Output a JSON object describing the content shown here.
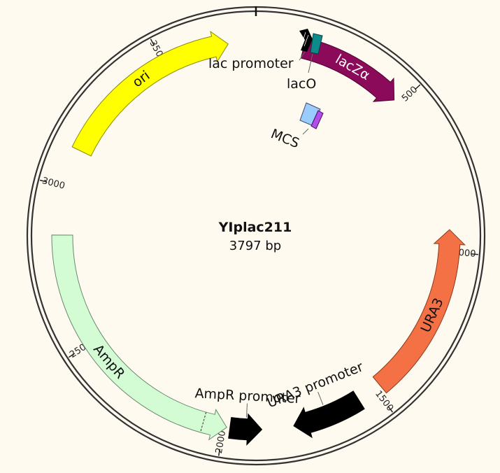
{
  "plasmid": {
    "name": "YIplac211",
    "size_label": "3797 bp",
    "length": 3797
  },
  "ticks": [
    {
      "pos": 500,
      "label": "500"
    },
    {
      "pos": 1000,
      "label": "1000"
    },
    {
      "pos": 1500,
      "label": "1500"
    },
    {
      "pos": 2000,
      "label": "2000"
    },
    {
      "pos": 2500,
      "label": "2500"
    },
    {
      "pos": 3000,
      "label": "3000"
    },
    {
      "pos": 3500,
      "label": "3500"
    }
  ],
  "features": [
    {
      "id": "lacza",
      "label": "lacZα",
      "start": 150,
      "end": 480,
      "direction": 1,
      "color": "#8b0a5a",
      "stroke": "#4a0030",
      "label_color": "#ffffff",
      "label_mode": "inside"
    },
    {
      "id": "ura3",
      "label": "URA3",
      "start": 930,
      "end": 1480,
      "direction": -1,
      "color": "#f47045",
      "stroke": "#8a3a1c",
      "label_color": "#111111",
      "label_mode": "inside"
    },
    {
      "id": "ura3-promoter",
      "label": "URA3 promoter",
      "start": 1560,
      "end": 1780,
      "direction": 1,
      "color": "#000000",
      "stroke": "#000000",
      "label_color": "#111111",
      "label_mode": "outside-inner"
    },
    {
      "id": "ampr-promoter",
      "label": "AmpR promoter",
      "start": 1880,
      "end": 1980,
      "direction": -1,
      "color": "#000000",
      "stroke": "#000000",
      "label_color": "#111111",
      "label_mode": "outside-inner"
    },
    {
      "id": "ampr",
      "label": "AmpR",
      "start": 1990,
      "end": 2850,
      "direction": -1,
      "color": "#d4fcd4",
      "stroke": "#6a8a6a",
      "label_color": "#111111",
      "label_mode": "inside"
    },
    {
      "id": "ori",
      "label": "ori",
      "start": 3120,
      "end": 3710,
      "direction": 1,
      "color": "#ffff00",
      "stroke": "#8a8a00",
      "label_color": "#111111",
      "label_mode": "inside"
    }
  ],
  "small_features": [
    {
      "id": "lac-promoter",
      "label": "lac promoter"
    },
    {
      "id": "laco",
      "label": "lacO"
    },
    {
      "id": "mcs",
      "label": "MCS"
    }
  ]
}
